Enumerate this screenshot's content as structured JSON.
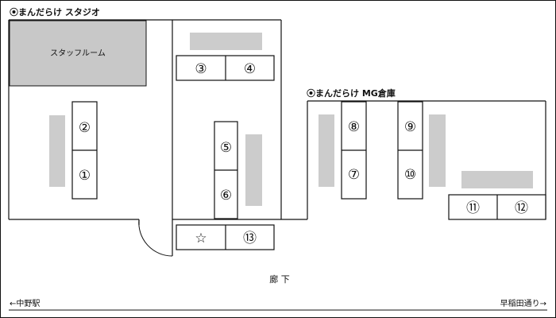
{
  "colors": {
    "wall": "#111111",
    "shelf": "#cccccc",
    "staff_room": "#c8c8c8",
    "background": "#ffffff"
  },
  "studio": {
    "title": "⦿まんだらけ スタジオ",
    "staff_room_label": "スタッフルーム"
  },
  "warehouse": {
    "title": "⦿まんだらけ MG倉庫"
  },
  "booths": {
    "b1": "①",
    "b2": "②",
    "b3": "③",
    "b4": "④",
    "b5": "⑤",
    "b6": "⑥",
    "b7": "⑦",
    "b8": "⑧",
    "b9": "⑨",
    "b10": "⑩",
    "b11": "⑪",
    "b12": "⑫",
    "b13": "⑬",
    "star": "☆"
  },
  "corridor": {
    "label": "廊 下"
  },
  "road": {
    "left_label": "←中野駅",
    "right_label": "早稲田通り→"
  }
}
